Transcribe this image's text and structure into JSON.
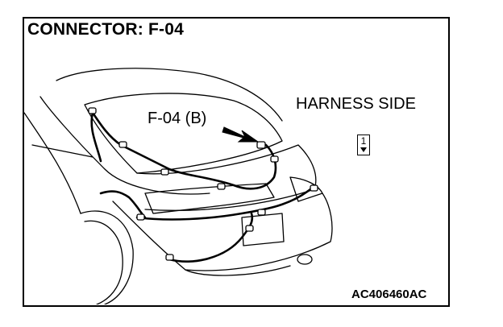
{
  "title": "CONNECTOR: F-04",
  "view_label": "HARNESS SIDE",
  "connector_callout": "F-04 (B)",
  "pin_number": "1",
  "figure_code": "AC406460AC",
  "colors": {
    "line": "#000000",
    "background": "#ffffff"
  }
}
